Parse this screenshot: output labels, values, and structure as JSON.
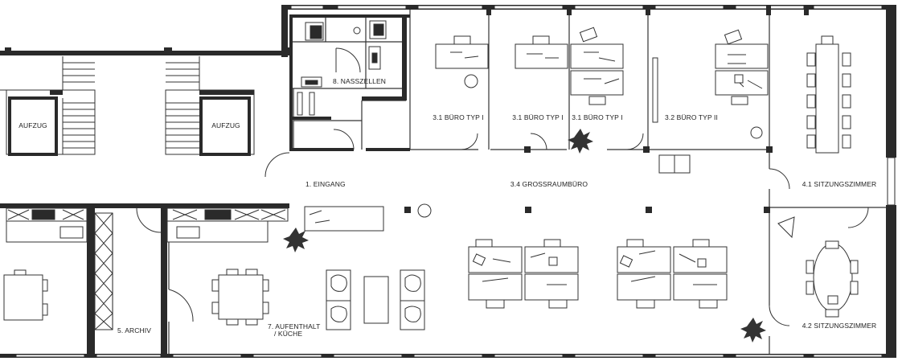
{
  "labels": {
    "aufzug_1": "AUFZUG",
    "aufzug_2": "AUFZUG",
    "nasszellen": "8. NASSZELLEN",
    "buero_typ1_a": "3.1 BÜRO TYP I",
    "buero_typ1_b": "3.1 BÜRO TYP I",
    "buero_typ1_c": "3.1 BÜRO TYP I",
    "buero_typ2": "3.2 BÜRO TYP II",
    "eingang": "1. EINGANG",
    "grossraumbuero": "3.4 GROSSRAUMBÜRO",
    "sitzungszimmer_1": "4.1 SITZUNGSZIMMER",
    "sitzungszimmer_2": "4.2 SITZUNGSZIMMER",
    "archiv": "5. ARCHIV",
    "aufenthalt_1": "7. AUFENTHALT",
    "aufenthalt_2": "/ KÜCHE"
  }
}
